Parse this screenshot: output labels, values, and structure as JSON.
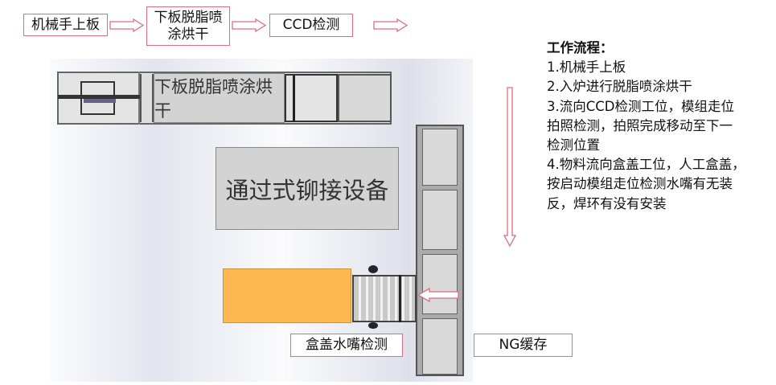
{
  "top_flow": {
    "step1": "机械手上板",
    "step2_line1": "下板脱脂喷",
    "step2_line2": "涂烘干",
    "step3": "CCD检测"
  },
  "drawing": {
    "degrease_label": "下板脱脂喷涂烘干",
    "machine_label": "通过式铆接设备"
  },
  "bottom_labels": {
    "lid_check": "盒盖水嘴检测",
    "ng_buffer": "NG缓存"
  },
  "process": {
    "title": "工作流程：",
    "lines": [
      "1.机械手上板",
      "2.入炉进行脱脂喷涂烘干",
      "3.流向CCD检测工位，模组走位",
      "拍照检测，拍照完成移动至下一",
      "检测位置",
      "4.物料流向盒盖工位，人工盒盖，",
      "按启动模组走位检测水嘴有无装",
      "反，焊环有没有安装"
    ]
  },
  "colors": {
    "label_border": "#e06c80",
    "orange_block": "#ffb752"
  }
}
